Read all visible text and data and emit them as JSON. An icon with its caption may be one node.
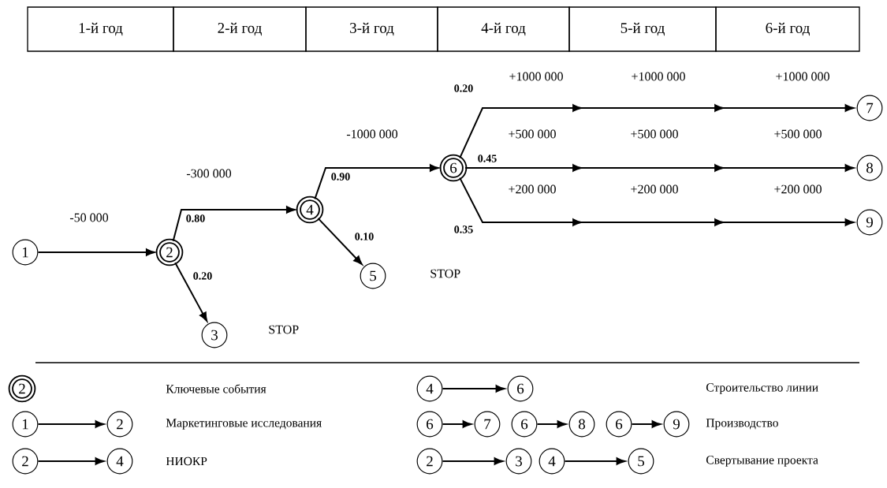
{
  "diagram": {
    "nodes": [
      {
        "text": [
          "1-й год"
        ]
      },
      {
        "text": [
          "2-й год"
        ]
      },
      {
        "text": [
          "3-й год"
        ]
      },
      {
        "text": [
          "4-й год"
        ]
      },
      {
        "text": [
          "5-й год"
        ]
      },
      {
        "text": [
          "6-й год"
        ]
      },
      {
        "text": [
          "1"
        ]
      },
      {
        "text": [
          "2"
        ]
      },
      {
        "text": [
          "3"
        ],
        "beside": [
          "STOP"
        ]
      },
      {
        "text": [
          "4"
        ]
      },
      {
        "text": [
          "5"
        ],
        "beside": [
          "STOP"
        ]
      },
      {
        "text": [
          "6"
        ]
      },
      {
        "text": [
          "7"
        ]
      },
      {
        "text": [
          "8"
        ]
      },
      {
        "text": [
          "9"
        ]
      },
      {
        "text": [
          "2"
        ]
      },
      {
        "text": [
          "4"
        ]
      },
      {
        "text": [
          "6"
        ]
      },
      {
        "text": [
          "1"
        ]
      },
      {
        "text": [
          "2"
        ]
      },
      {
        "text": [
          "6"
        ]
      },
      {
        "text": [
          "7"
        ]
      },
      {
        "text": [
          "6"
        ]
      },
      {
        "text": [
          "8"
        ]
      },
      {
        "text": [
          "6"
        ]
      },
      {
        "text": [
          "9"
        ]
      },
      {
        "text": [
          "2"
        ]
      },
      {
        "text": [
          "4"
        ]
      },
      {
        "text": [
          "2"
        ]
      },
      {
        "text": [
          "3"
        ]
      },
      {
        "text": [
          "4"
        ]
      },
      {
        "text": [
          "5"
        ]
      }
    ],
    "edges": [
      {
        "from": 6,
        "to": 7,
        "arrow": "to"
      },
      {
        "from": 7,
        "to": 9,
        "arrow": "to",
        "label": "0.80"
      },
      {
        "from": 7,
        "to": 8,
        "arrow": "to",
        "label": "0.20"
      },
      {
        "from": 9,
        "to": 11,
        "arrow": "to",
        "label": "0.90"
      },
      {
        "from": 9,
        "to": 10,
        "arrow": "to",
        "label": "0.10"
      },
      {
        "from": 11,
        "to": 12,
        "arrow": "to",
        "label": "0.20"
      },
      {
        "from": 11,
        "to": 13,
        "arrow": "to",
        "label": "0.45"
      },
      {
        "from": 11,
        "to": 14,
        "arrow": "to",
        "label": "0.35"
      },
      {
        "from": 16,
        "to": 17,
        "arrow": "to"
      },
      {
        "from": 18,
        "to": 19,
        "arrow": "to"
      },
      {
        "from": 20,
        "to": 21,
        "arrow": "to"
      },
      {
        "from": 22,
        "to": 23,
        "arrow": "to"
      },
      {
        "from": 24,
        "to": 25,
        "arrow": "to"
      },
      {
        "from": 26,
        "to": 27,
        "arrow": "to"
      },
      {
        "from": 28,
        "to": 29,
        "arrow": "to"
      },
      {
        "from": 30,
        "to": 31,
        "arrow": "to"
      }
    ],
    "labels": [
      "+1000 000",
      "+1000 000",
      "+1000 000",
      "-1000 000",
      "+500 000",
      "+500 000",
      "+500 000",
      "-300 000",
      "+200 000",
      "+200 000",
      "+200 000",
      "-50 000"
    ],
    "legend": [
      {
        "text": "Ключевые события"
      },
      {
        "text": "Строительство линии"
      },
      {
        "text": "Маркетинговые исследования"
      },
      {
        "text": "Производство"
      },
      {
        "text": "НИОКР"
      },
      {
        "text": "Свертывание проекта"
      }
    ]
  }
}
